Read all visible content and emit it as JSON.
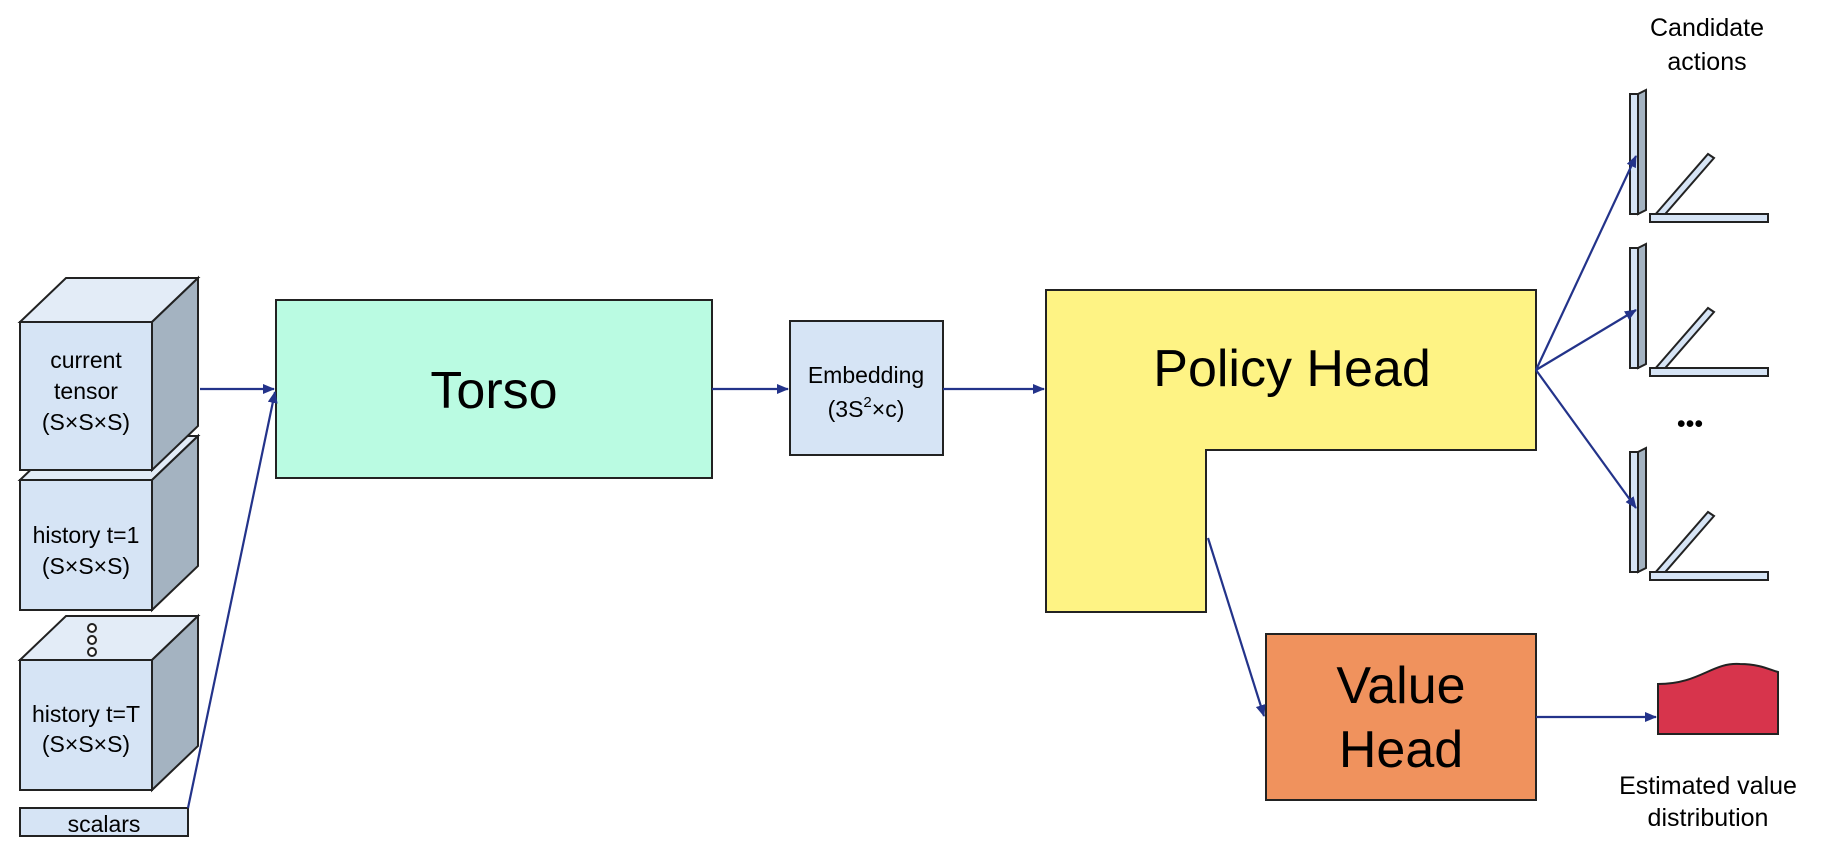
{
  "inputs": {
    "current": [
      "current",
      "tensor",
      "(S×S×S)"
    ],
    "history_1": [
      "history t=1",
      "(S×S×S)"
    ],
    "history_T": [
      "history t=T",
      "(S×S×S)"
    ],
    "scalars": "scalars"
  },
  "torso": "Torso",
  "embedding": {
    "line1": "Embedding",
    "line2_prefix": "(3S",
    "line2_sup": "2",
    "line2_suffix": "×c)"
  },
  "policy_head": "Policy Head",
  "value_head": [
    "Value",
    "Head"
  ],
  "candidate_actions": [
    "Candidate",
    "actions"
  ],
  "ellipsis": "•••",
  "estimated_value": [
    "Estimated value",
    "distribution"
  ],
  "colors": {
    "cube_face": "#d6e4f5",
    "cube_side": "#a4b3c1",
    "torso": "#bafbe2",
    "embedding": "#d6e4f5",
    "policy_head": "#fef384",
    "value_head": "#f0925d",
    "value_dist": "#d7344c",
    "arrow": "#23338a"
  }
}
